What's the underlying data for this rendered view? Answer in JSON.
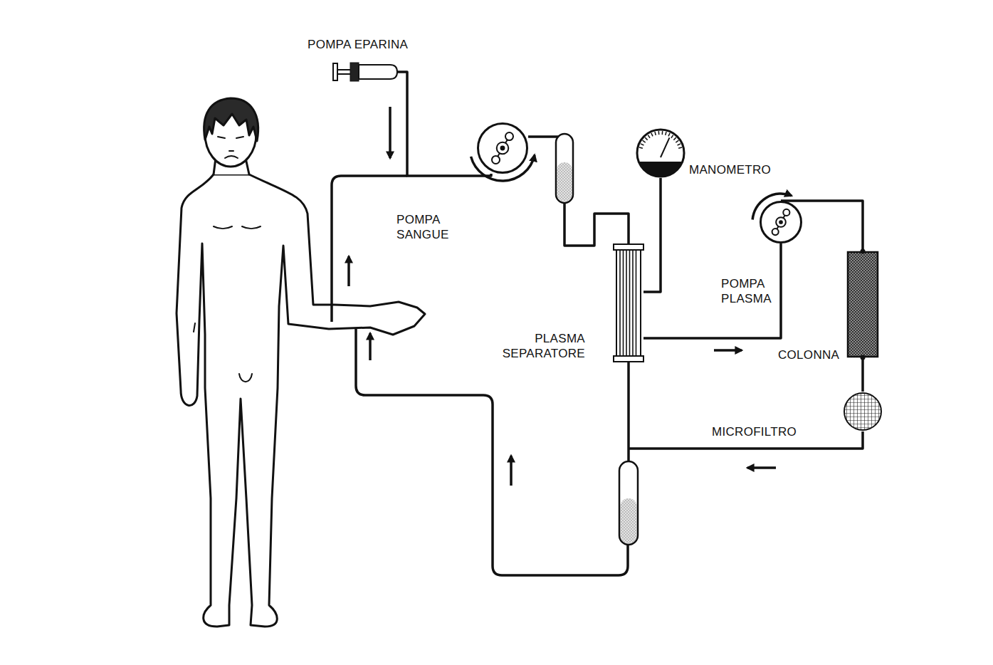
{
  "diagram": {
    "nodes": [
      {
        "text": [
          "POMPA EPARINA"
        ]
      },
      {
        "text": [
          "MANOMETRO"
        ]
      },
      {
        "text": [
          "POMPA SANGUE"
        ]
      },
      {
        "text": [
          "POMPA PLASMA"
        ]
      },
      {
        "text": [
          "PLASMA SEPARATORE"
        ]
      },
      {
        "text": [
          "COLONNA"
        ]
      },
      {
        "text": [
          "MICROFILTRO"
        ]
      }
    ],
    "edges": [
      {
        "from": 0,
        "to": 2,
        "arrow": "none"
      },
      {
        "from": 2,
        "to": 4,
        "arrow": "none"
      },
      {
        "from": 4,
        "to": 1,
        "arrow": "none"
      },
      {
        "from": 4,
        "to": 3,
        "arrow": "none"
      },
      {
        "from": 3,
        "to": 5,
        "arrow": "none"
      },
      {
        "from": 5,
        "to": 6,
        "arrow": "none"
      }
    ]
  }
}
